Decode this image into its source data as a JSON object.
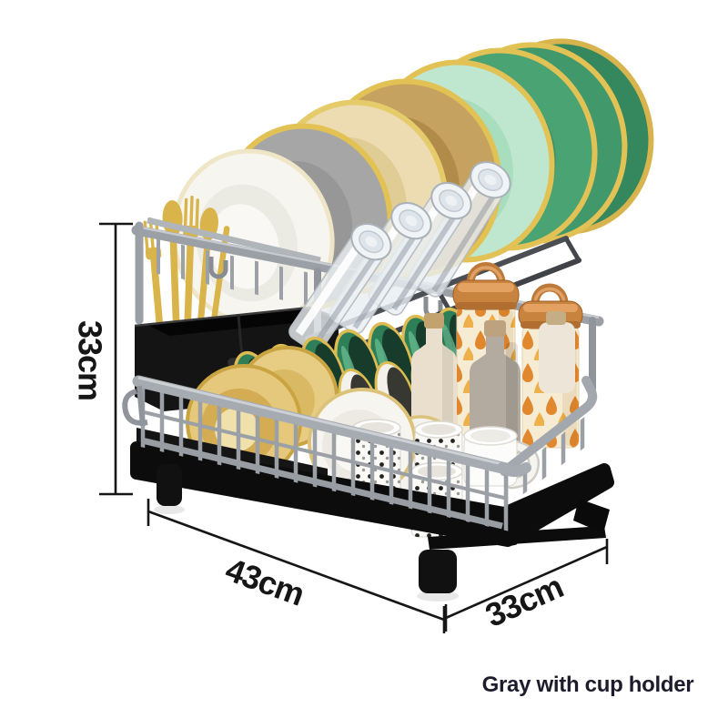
{
  "product": {
    "variant_label": "Gray with cup holder",
    "dimensions": {
      "height_label": "33cm",
      "width_label": "43cm",
      "depth_label": "33cm"
    }
  },
  "palette": {
    "background": "#ffffff",
    "annotation_line": "#161616",
    "label_text": "#1d1c2c",
    "rack_gray": "#9aa0a6",
    "tray_black": "#0d0d0d",
    "plate_green": "#41996b",
    "plate_mint": "#bfe7cf",
    "plate_tan": "#c6a261",
    "plate_cream": "#eddcb2",
    "plate_gray": "#a2a2a2",
    "plate_white": "#f7f5ef",
    "gold_rim": "#e2c155",
    "bowl_green": "#2e7f57",
    "canister_copper": "#c8833f",
    "canister_dot_orange": "#e1882f",
    "canister_dot_amber": "#edb04a",
    "cutlery_gold": "#d9b44a",
    "bottle_taupe": "#b3aba0",
    "bottle_cream": "#e9dfcc"
  }
}
